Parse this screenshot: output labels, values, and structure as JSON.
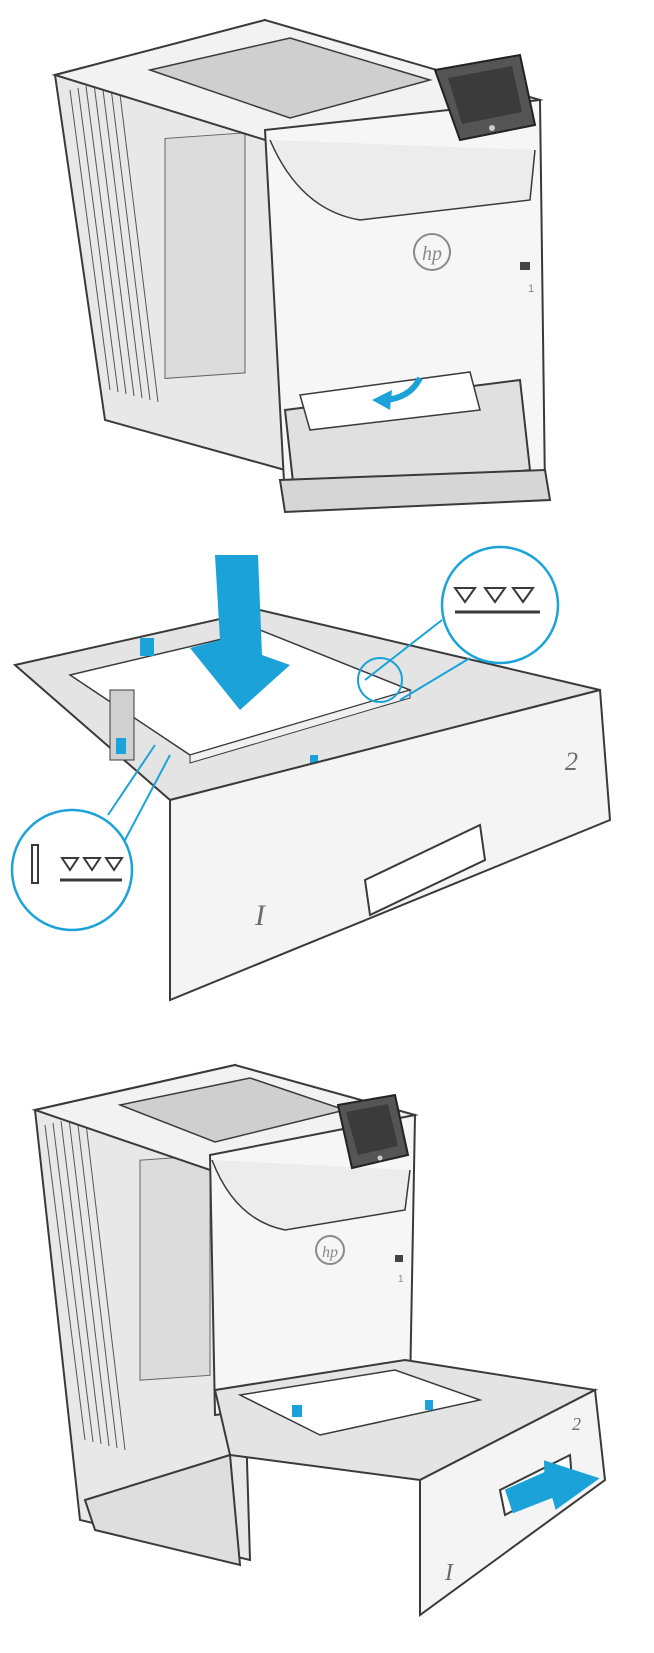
{
  "printer": {
    "brand_logo_text": "hp",
    "tray1_label": "1"
  },
  "tray": {
    "tray2_label": "2",
    "tray_mark": "I"
  },
  "colors": {
    "accent": "#1ba3d9",
    "outline": "#3a3a3a",
    "body": "#efefef",
    "shade": "#d6d6d6"
  }
}
